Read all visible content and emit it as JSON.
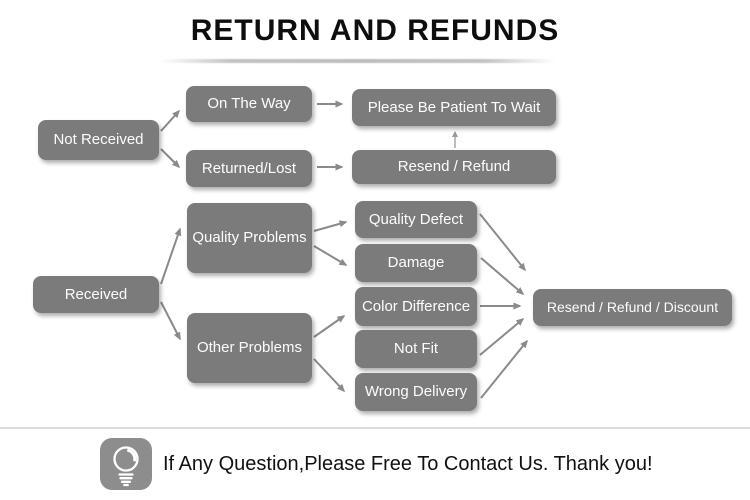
{
  "title": "RETURN AND REFUNDS",
  "nodes": {
    "not_received": {
      "label": "Not Received"
    },
    "on_the_way": {
      "label": "On The Way"
    },
    "please_wait": {
      "label": "Please Be Patient To Wait"
    },
    "returned_lost": {
      "label": "Returned/Lost"
    },
    "resend_refund": {
      "label": "Resend / Refund"
    },
    "quality_problems": {
      "label": "Quality Problems"
    },
    "received": {
      "label": "Received"
    },
    "other_problems": {
      "label": "Other Problems"
    },
    "quality_defect": {
      "label": "Quality Defect"
    },
    "damage": {
      "label": "Damage"
    },
    "color_difference": {
      "label": "Color Difference"
    },
    "not_fit": {
      "label": "Not Fit"
    },
    "wrong_delivery": {
      "label": "Wrong Delivery"
    },
    "resend_refund_discount": {
      "label": "Resend / Refund / Discount"
    }
  },
  "edges": [
    {
      "from": "not_received",
      "to": "on_the_way"
    },
    {
      "from": "not_received",
      "to": "returned_lost"
    },
    {
      "from": "on_the_way",
      "to": "please_wait"
    },
    {
      "from": "returned_lost",
      "to": "resend_refund"
    },
    {
      "from": "resend_refund",
      "to": "please_wait"
    },
    {
      "from": "received",
      "to": "quality_problems"
    },
    {
      "from": "received",
      "to": "other_problems"
    },
    {
      "from": "quality_problems",
      "to": "quality_defect"
    },
    {
      "from": "quality_problems",
      "to": "damage"
    },
    {
      "from": "other_problems",
      "to": "color_difference"
    },
    {
      "from": "other_problems",
      "to": "wrong_delivery"
    },
    {
      "from": "quality_defect",
      "to": "resend_refund_discount"
    },
    {
      "from": "damage",
      "to": "resend_refund_discount"
    },
    {
      "from": "color_difference",
      "to": "resend_refund_discount"
    },
    {
      "from": "not_fit",
      "to": "resend_refund_discount"
    },
    {
      "from": "wrong_delivery",
      "to": "resend_refund_discount"
    }
  ],
  "footer": {
    "message": "If Any Question,Please Free To Contact Us. Thank you!",
    "icon": "lightbulb-icon"
  },
  "colors": {
    "node_background": "#7b7b7b",
    "node_text": "#fdfdfd",
    "arrow": "#8a8a8a",
    "divider": "#dcdcdc",
    "icon_background": "#8d8d8d",
    "title_text": "#0e0e0e"
  }
}
